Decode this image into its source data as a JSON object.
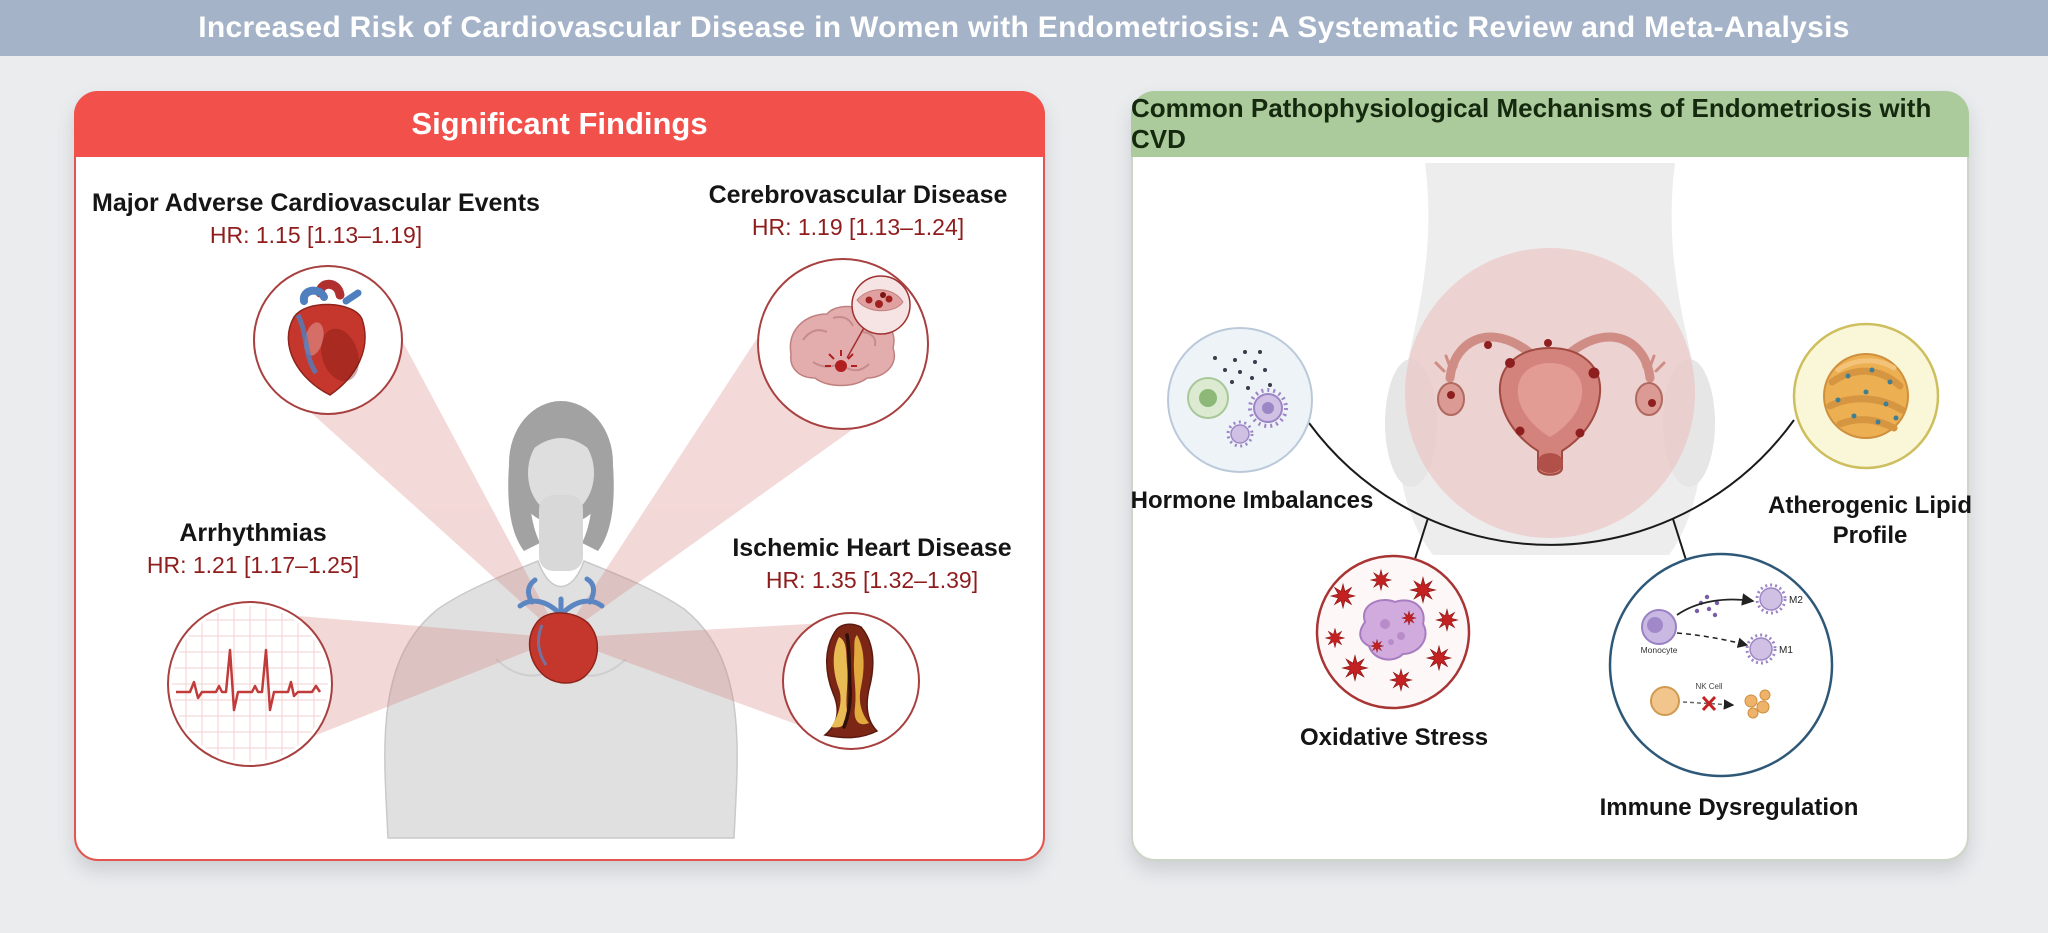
{
  "title": "Increased Risk of Cardiovascular Disease in Women with Endometriosis: A Systematic Review and Meta-Analysis",
  "left_panel": {
    "header": "Significant Findings",
    "findings": [
      {
        "label": "Major Adverse Cardiovascular Events",
        "hr": "HR: 1.15 [1.13–1.19]",
        "icon": "anatomical-heart-icon"
      },
      {
        "label": "Cerebrovascular Disease",
        "hr": "HR: 1.19 [1.13–1.24]",
        "icon": "brain-stroke-icon"
      },
      {
        "label": "Arrhythmias",
        "hr": "HR: 1.21 [1.17–1.25]",
        "icon": "ecg-trace-icon"
      },
      {
        "label": "Ischemic Heart Disease",
        "hr": "HR: 1.35 [1.32–1.39]",
        "icon": "stenosed-artery-icon"
      }
    ]
  },
  "right_panel": {
    "header": "Common Pathophysiological Mechanisms of Endometriosis with CVD",
    "mechanisms": [
      {
        "label": "Hormone Imbalances",
        "icon": "hormone-cells-icon"
      },
      {
        "label": "Atherogenic Lipid Profile",
        "icon": "lipid-sphere-icon"
      },
      {
        "label": "Oxidative Stress",
        "icon": "oxidative-stress-icon"
      },
      {
        "label": "Immune Dysregulation",
        "icon": "immune-cells-icon"
      }
    ],
    "immune_cell_labels": {
      "monocyte": "Monocyte",
      "m1": "M1",
      "m2": "M2",
      "nk": "NK Cell"
    }
  },
  "colors": {
    "title_bar": "#a4b3c7",
    "left_accent": "#f2504b",
    "hr_text": "#8f1d1d",
    "right_accent": "#accb9c",
    "background": "#eaecee"
  }
}
